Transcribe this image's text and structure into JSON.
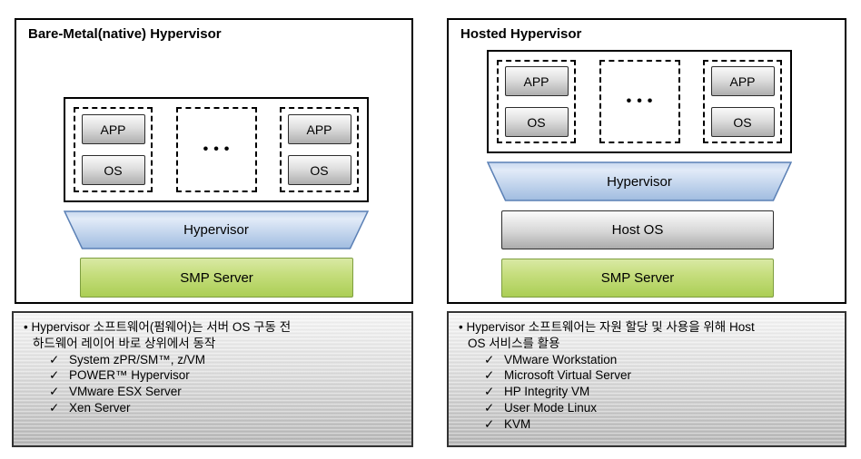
{
  "icons": {
    "check": "✓"
  },
  "colors": {
    "hypervisor_blue_fill": "#bfd3ee",
    "hypervisor_blue_border": "#5b80b5",
    "smp_green_fill": "#b9d467",
    "smp_green_border": "#7e9e40",
    "chip_gray_fill": "#d4d4d4",
    "notes_gray_fill": "#cfcfcf",
    "line_black": "#000000"
  },
  "left_panel": {
    "title": "Bare-Metal(native) Hypervisor",
    "vm": {
      "app": "APP",
      "os": "OS",
      "dots": "•••"
    },
    "hypervisor_label": "Hypervisor",
    "smp_label": "SMP Server"
  },
  "right_panel": {
    "title": "Hosted Hypervisor",
    "vm": {
      "app": "APP",
      "os": "OS",
      "dots": "•••"
    },
    "hypervisor_label": "Hypervisor",
    "host_os_label": "Host OS",
    "smp_label": "SMP Server"
  },
  "left_notes": {
    "line1": "• Hypervisor 소프트웨어(펌웨어)는 서버 OS 구동 전",
    "line2": "하드웨어 레이어 바로 상위에서 동작",
    "items": [
      "System zPR/SM™, z/VM",
      "POWER™ Hypervisor",
      "VMware ESX Server",
      "Xen Server"
    ]
  },
  "right_notes": {
    "line1": "• Hypervisor 소프트웨어는 자원 할당 및 사용을 위해 Host",
    "line2": "OS 서비스를 활용",
    "items": [
      "VMware Workstation",
      "Microsoft Virtual Server",
      "HP Integrity VM",
      "User Mode Linux",
      "KVM"
    ]
  }
}
